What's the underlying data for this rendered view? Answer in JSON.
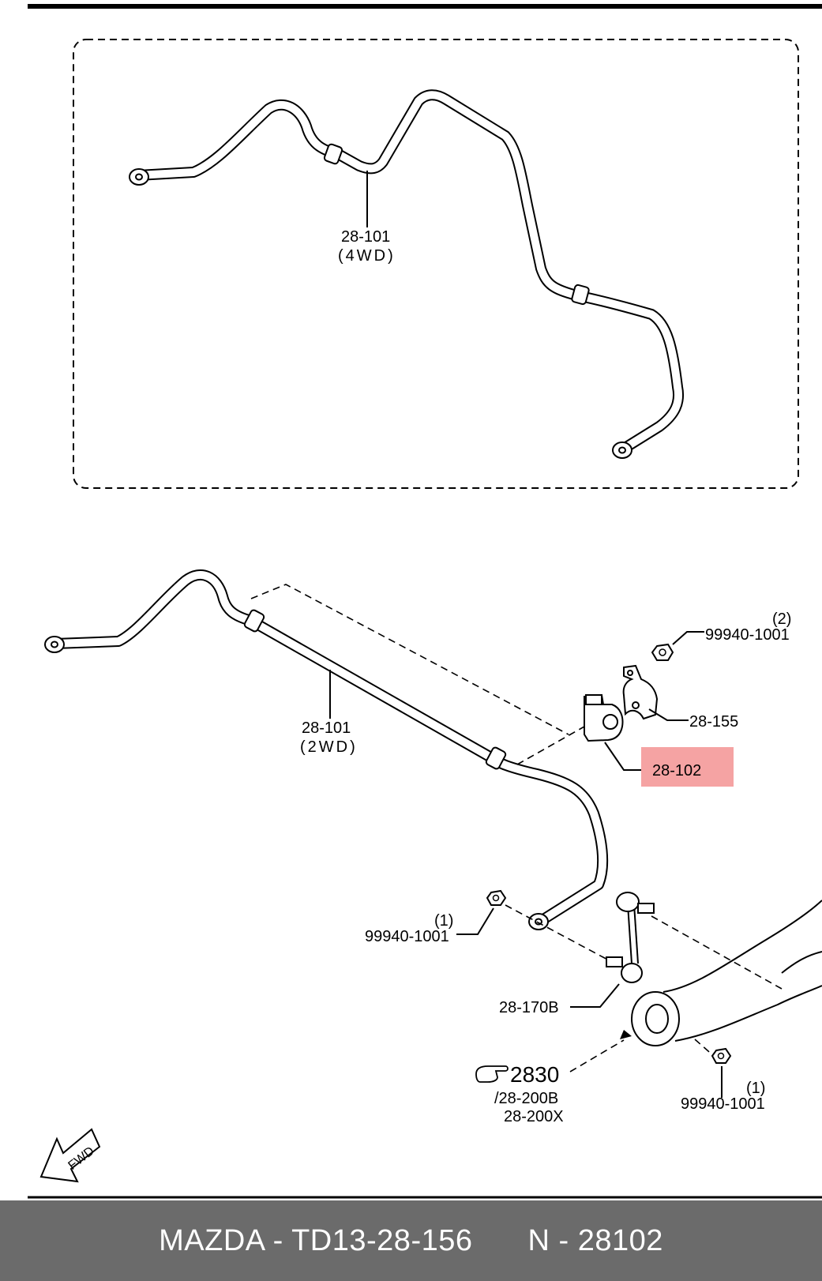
{
  "highlight_color": "#f5a3a3",
  "labels": {
    "bar_4wd": "28-101",
    "bar_4wd_note": "(4WD)",
    "bar_2wd": "28-101",
    "bar_2wd_note": "(2WD)",
    "nut_top": "99940-1001",
    "nut_top_qty": "(2)",
    "bracket": "28-155",
    "bushing": "28-102",
    "nut_left": "99940-1001",
    "nut_left_qty": "(1)",
    "link": "28-170B",
    "ref_section": "2830",
    "ref_a": "/28-200B",
    "ref_b": "28-200X",
    "nut_bottom": "99940-1001",
    "nut_bottom_qty": "(1)",
    "fwd": "FWD"
  },
  "footer": {
    "left": "MAZDA - TD13-28-156",
    "right": "N - 28102"
  },
  "icons": {
    "ref_hand": "pointing-hand-icon",
    "fwd_arrow": "fwd-arrow-icon"
  }
}
